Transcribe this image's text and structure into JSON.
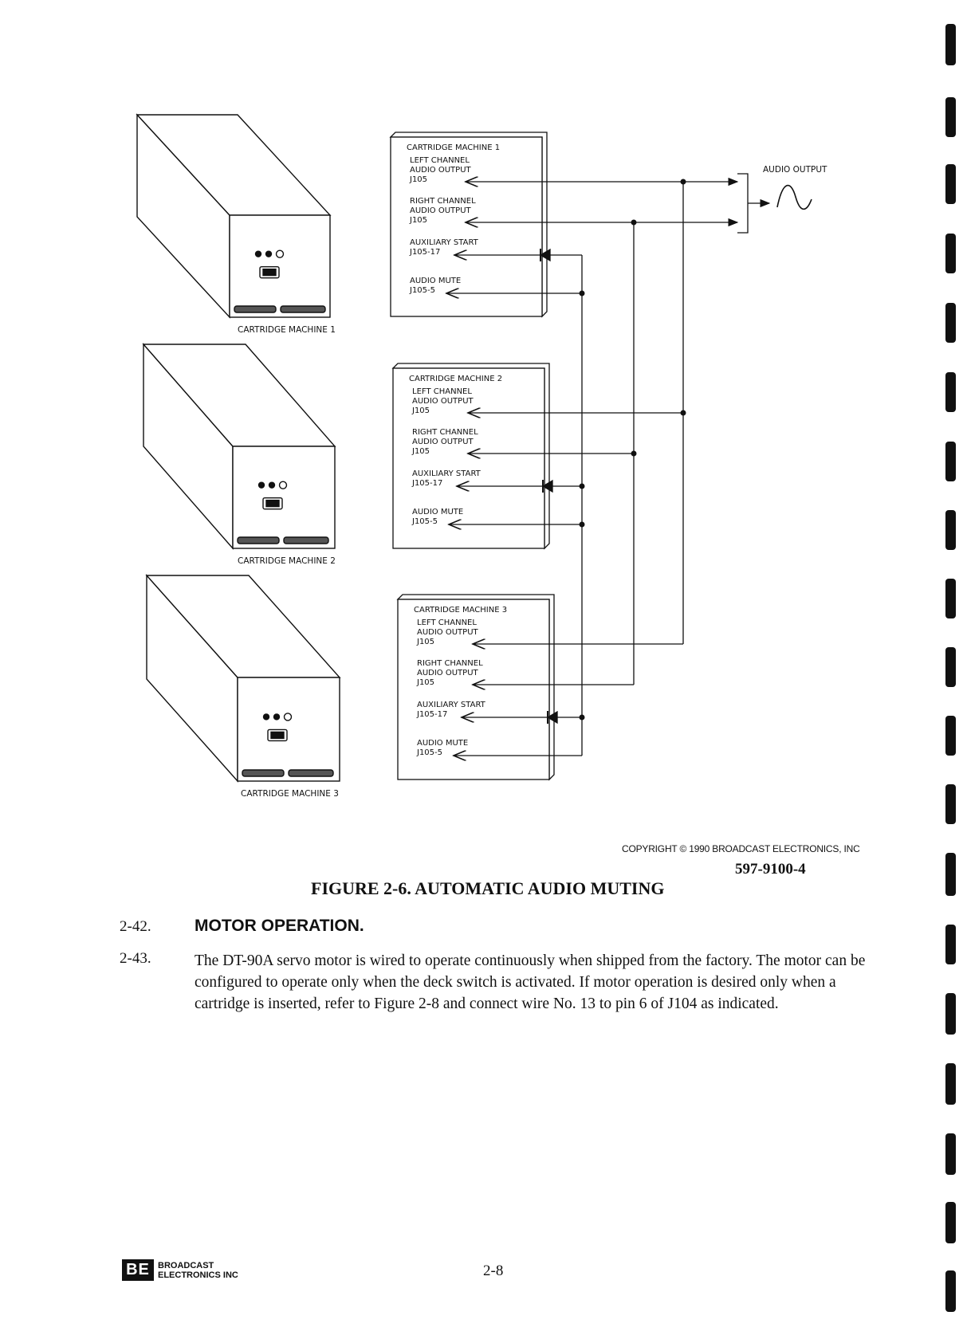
{
  "figure": {
    "machines": [
      {
        "illustration_label": "CARTRIDGE MACHINE 1",
        "panel_title": "CARTRIDGE MACHINE 1",
        "left": [
          "LEFT CHANNEL",
          "AUDIO OUTPUT",
          "J105"
        ],
        "right": [
          "RIGHT CHANNEL",
          "AUDIO OUTPUT",
          "J105"
        ],
        "aux": [
          "AUXILIARY START",
          "J105-17"
        ],
        "mute": [
          "AUDIO MUTE",
          "J105-5"
        ]
      },
      {
        "illustration_label": "CARTRIDGE MACHINE 2",
        "panel_title": "CARTRIDGE MACHINE 2",
        "left": [
          "LEFT CHANNEL",
          "AUDIO OUTPUT",
          "J105"
        ],
        "right": [
          "RIGHT CHANNEL",
          "AUDIO OUTPUT",
          "J105"
        ],
        "aux": [
          "AUXILIARY START",
          "J105-17"
        ],
        "mute": [
          "AUDIO MUTE",
          "J105-5"
        ]
      },
      {
        "illustration_label": "CARTRIDGE MACHINE 3",
        "panel_title": "CARTRIDGE MACHINE 3",
        "left": [
          "LEFT CHANNEL",
          "AUDIO OUTPUT",
          "J105"
        ],
        "right": [
          "RIGHT CHANNEL",
          "AUDIO OUTPUT",
          "J105"
        ],
        "aux": [
          "AUXILIARY START",
          "J105-17"
        ],
        "mute": [
          "AUDIO MUTE",
          "J105-5"
        ]
      }
    ],
    "audio_output_label": "AUDIO OUTPUT",
    "copyright": "COPYRIGHT © 1990 BROADCAST ELECTRONICS, INC",
    "doc_number": "597-9100-4",
    "caption": "FIGURE 2-6. AUTOMATIC AUDIO MUTING"
  },
  "section": {
    "num": "2-42.",
    "title": "MOTOR OPERATION."
  },
  "paragraph": {
    "num": "2-43.",
    "text": "The DT-90A servo motor is wired to operate continuously when shipped from the factory. The motor can be configured to operate only when the deck switch is activated. If motor operation is desired only when a cartridge is inserted, refer to Figure 2-8 and connect wire No. 13 to pin 6 of J104 as indicated."
  },
  "footer": {
    "logo_mark": "BE",
    "logo_line1": "BROADCAST",
    "logo_line2": "ELECTRONICS INC",
    "page_number": "2-8"
  }
}
